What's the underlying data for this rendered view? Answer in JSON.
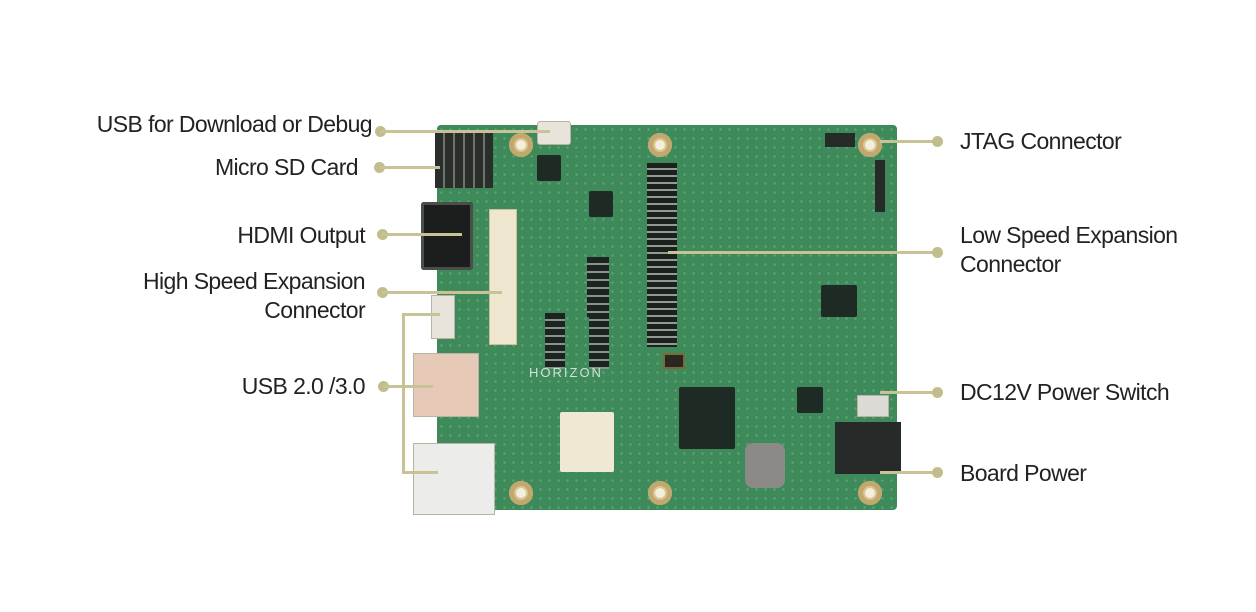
{
  "diagram": {
    "type": "annotated-board-photo",
    "board_colors": {
      "pcb": "#3f8a5a",
      "leader_line": "#c7c396"
    },
    "callouts_left": [
      {
        "id": "usb-debug",
        "label": "USB for Download or Debug"
      },
      {
        "id": "micro-sd",
        "label": "Micro SD Card"
      },
      {
        "id": "hdmi",
        "label": "HDMI Output"
      },
      {
        "id": "high-speed",
        "label_line1": "High Speed Expansion",
        "label_line2": "Connector"
      },
      {
        "id": "usb-host",
        "label": "USB 2.0 /3.0"
      }
    ],
    "callouts_right": [
      {
        "id": "jtag",
        "label": "JTAG Connector"
      },
      {
        "id": "low-speed",
        "label_line1": "Low Speed Expansion",
        "label_line2": "Connector"
      },
      {
        "id": "power-switch",
        "label": "DC12V Power Switch"
      },
      {
        "id": "board-power",
        "label": "Board Power"
      }
    ],
    "board_silkscreen": "HORIZON"
  }
}
